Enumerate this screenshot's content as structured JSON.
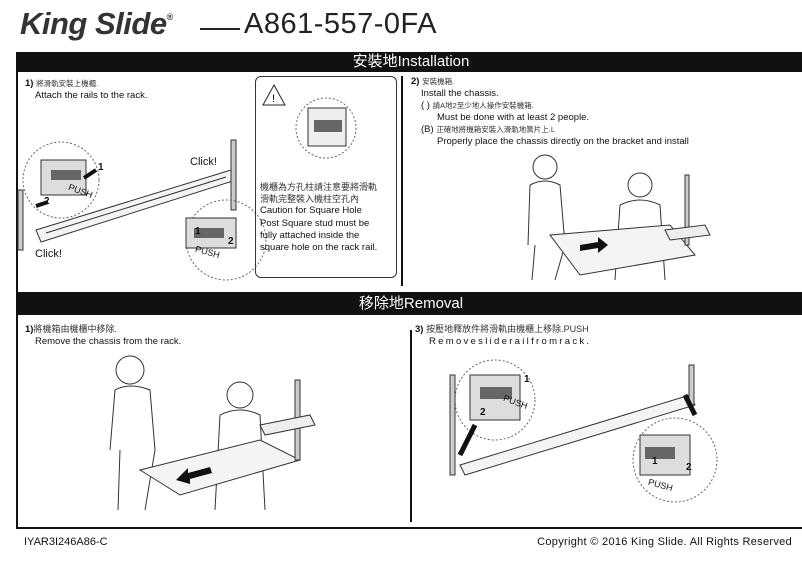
{
  "header": {
    "brand": "King Slide",
    "registered": "®",
    "model": "A861-557-0FA"
  },
  "installation": {
    "title": "安裝地Installation",
    "step1": {
      "num": "1)",
      "cn": "將滑軌安裝上機櫃.",
      "en": "Attach the rails to the rack.",
      "click1": "Click!",
      "click2": "Click!",
      "push": "PUSH",
      "n1": "1",
      "n2": "2",
      "push2": "PUSH",
      "n3": "1",
      "n4": "2"
    },
    "caution": {
      "cn1": "機櫃為方孔柱請注意要將滑軌",
      "cn2": "滑軌完整裝入機柱空孔內",
      "en1": "Caution for Square Hole",
      "en2": "Post Square stud must be",
      "en3": "fully attached inside the",
      "en4": "square hole on the rack rail.",
      "icon": "warning-triangle-icon"
    },
    "step2": {
      "num": "2)",
      "cn": "安裝機箱.",
      "en": "Install the chassis.",
      "a_label": "( )",
      "a_cn": "請A地2至少地人操作安裝機箱.",
      "a_en": "Must be done with at least 2 people.",
      "b_label": "(B)",
      "b_cn": "正確地將機箱安裝入滑軌地簧片上.L",
      "b_en": "Properly place the chassis directly on the bracket and install"
    }
  },
  "removal": {
    "title": "移除地Removal",
    "step1": {
      "num": "1)",
      "cn": "將機箱由機櫃中移除.",
      "en": "Remove the chassis from the rack."
    },
    "step3": {
      "num": "3)",
      "cn": "按壓地釋放件將滑軌由機櫃上移除.PUSH",
      "en": "Removesliderailfromrack.",
      "push1": "PUSH",
      "push2": "PUSH",
      "n1": "1",
      "n2": "2",
      "n3": "1",
      "n4": "2"
    }
  },
  "footer": {
    "code": "IYAR3I246A86-C",
    "copyright": "Copyright © 2016 King Slide. All Rights Reserved"
  }
}
